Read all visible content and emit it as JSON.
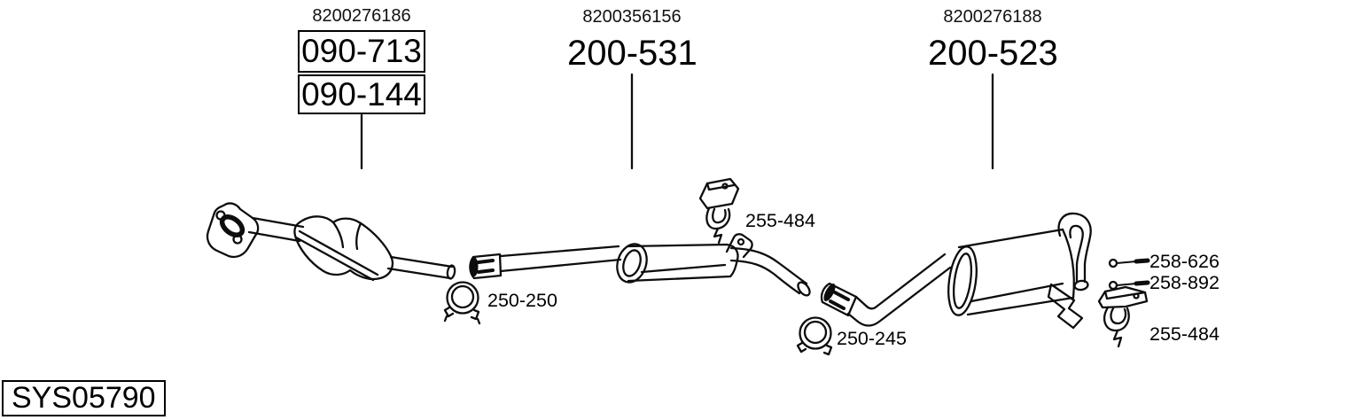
{
  "diagram_id": "SYS05790",
  "groups": [
    {
      "ref": "8200276186",
      "codes": [
        "090-713",
        "090-144"
      ],
      "part": "catalytic-converter"
    },
    {
      "ref": "8200356156",
      "codes": [
        "200-531"
      ],
      "part": "middle-muffler"
    },
    {
      "ref": "8200276188",
      "codes": [
        "200-523"
      ],
      "part": "rear-muffler"
    }
  ],
  "annotations": [
    {
      "part": "hanger-middle",
      "code": "255-484"
    },
    {
      "part": "clamp-front",
      "code": "250-250"
    },
    {
      "part": "clamp-middle",
      "code": "250-245"
    },
    {
      "part": "bolt-upper",
      "code": "258-626"
    },
    {
      "part": "bolt-lower",
      "code": "258-892"
    },
    {
      "part": "hanger-rear",
      "code": "255-484"
    }
  ],
  "colors": {
    "line": "#0d0d0d",
    "background": "#ffffff",
    "text": "#000000"
  }
}
